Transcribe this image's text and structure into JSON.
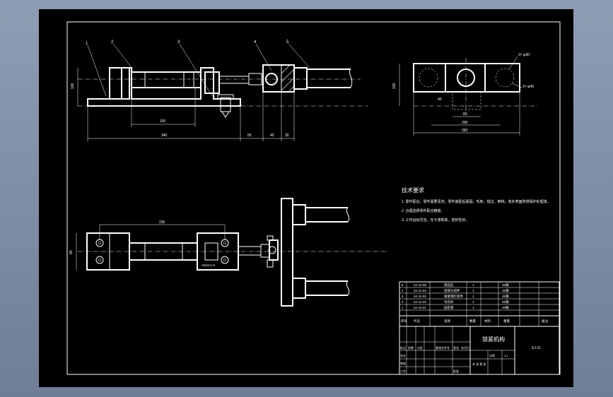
{
  "drawing": {
    "title": "锁紧机构",
    "tech_heading": "技术要求",
    "tech_notes": [
      "1. 零件配合，零件需要清洗，零件装配后紧固，毛刺，锐边，倒钝，各外表面防锈保护处理漆。",
      "2. 合理选择零件配合精度。",
      "3. 工作运动灵活，无卡滞现象，密封性好。"
    ],
    "part_numbers": [
      "1",
      "2",
      "3",
      "4",
      "5"
    ],
    "front_view_dims": {
      "height": "100",
      "span_150": "150",
      "overall_340": "340",
      "d55": "55",
      "d40": "40",
      "d30": "30"
    },
    "side_view_dims": {
      "height": "100",
      "w80": "80",
      "w200": "200",
      "w250": "250",
      "hole1": "2× φ30",
      "hole2": "2× φ40",
      "offset": "40"
    },
    "plan_view_dims": {
      "span": "230",
      "height": "90",
      "note": "M10×1.0"
    },
    "bom": [
      {
        "no": "5",
        "code": "SJ-11-05",
        "name": "液压缸",
        "qty": "1",
        "material": "45钢"
      },
      {
        "no": "4",
        "code": "SJ-11-04",
        "name": "连接头组件",
        "qty": "1",
        "material": "45钢"
      },
      {
        "no": "3",
        "code": "SJ-11-03",
        "name": "锁紧销钉组件",
        "qty": "1",
        "material": "45钢"
      },
      {
        "no": "2",
        "code": "SJ-11-02",
        "name": "导向杆",
        "qty": "1",
        "material": "45钢"
      },
      {
        "no": "1",
        "code": "SJ-11-01",
        "name": "固定座",
        "qty": "1",
        "material": "45钢"
      }
    ],
    "bom_headers": {
      "no": "序号",
      "code": "代号",
      "name": "名称",
      "qty": "数量",
      "material": "材料",
      "weight": "重量",
      "note": "备注"
    },
    "title_block": {
      "design": "设计",
      "check": "审核",
      "process": "工艺",
      "approve": "批准",
      "scale_label": "比例",
      "scale": "1:1",
      "sheet": "共 张 第 张",
      "code": "SJ-11",
      "labels": [
        "标记",
        "处数",
        "分区",
        "更改文件号",
        "签名",
        "年月日"
      ]
    }
  }
}
